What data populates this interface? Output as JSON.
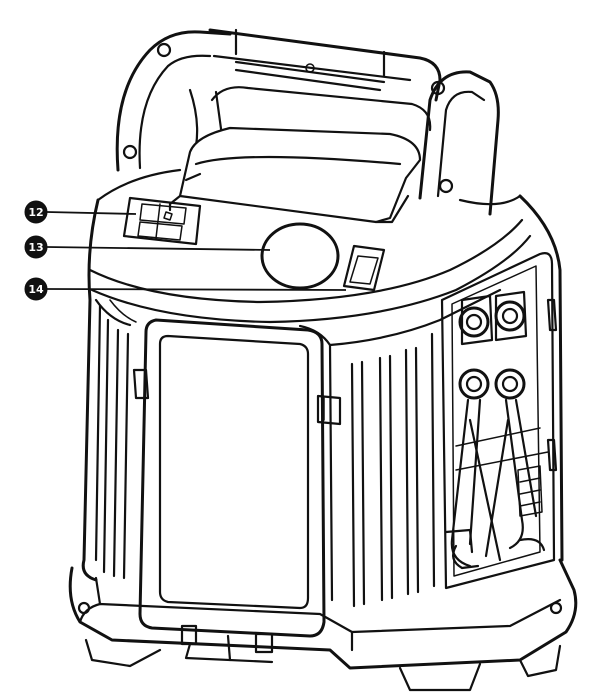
{
  "callouts": [
    {
      "id": "12",
      "label": "12"
    },
    {
      "id": "13",
      "label": "13"
    },
    {
      "id": "14",
      "label": "14"
    }
  ]
}
